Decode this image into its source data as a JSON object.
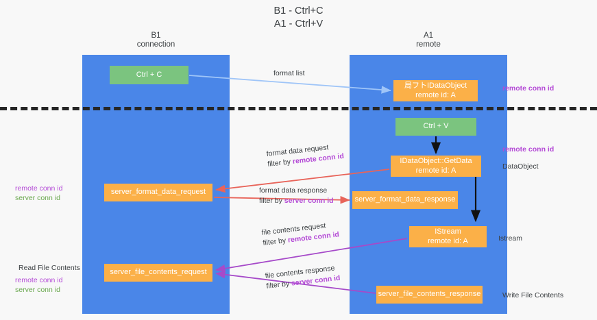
{
  "title": {
    "line1": "B1 - Ctrl+C",
    "line2": "A1 - Ctrl+V"
  },
  "columns": [
    {
      "id": "b1",
      "name": "B1",
      "role": "connection"
    },
    {
      "id": "a1",
      "name": "A1",
      "role": "remote"
    }
  ],
  "colors": {
    "lane": "#4a86e8",
    "box_orange": "#fbb048",
    "box_green": "#7bc47f",
    "arrow_blue": "#9fc5f8",
    "arrow_red": "#e8645a",
    "arrow_purple": "#a64ac9",
    "arrow_black": "#000000",
    "highlight_remote": "#b44bd6",
    "highlight_server": "#6aa84f",
    "divider": "#262626",
    "background": "#f8f8f8"
  },
  "boxes": {
    "ctrl_c": {
      "label": "Ctrl + C",
      "color": "green"
    },
    "idataobject": {
      "line1": "局フトIDataObject",
      "line2": "remote id: A",
      "color": "orange"
    },
    "ctrl_v": {
      "label": "Ctrl + V",
      "color": "green"
    },
    "getdata": {
      "line1": "IDataObject::GetData",
      "line2": "remote id: A",
      "color": "orange"
    },
    "server_format_data_request": {
      "label": "server_format_data_request",
      "color": "orange"
    },
    "server_format_data_response": {
      "label": "server_format_data_response",
      "color": "orange"
    },
    "istream": {
      "line1": "IStream",
      "line2": "remote id: A",
      "color": "orange"
    },
    "server_file_contents_request": {
      "label": "server_file_contents_request",
      "color": "orange"
    },
    "server_file_contents_response": {
      "label": "server_file_contents_response",
      "color": "orange"
    }
  },
  "flows": [
    {
      "id": "format-list",
      "label": "format list",
      "filter_prefix": "",
      "filter_key": "",
      "color": "#9fc5f8",
      "direction": "b1-to-a1"
    },
    {
      "id": "format-data-request",
      "label": "format data request",
      "filter_prefix": "filter by ",
      "filter_key": "remote conn id",
      "color": "#e8645a",
      "direction": "a1-to-b1"
    },
    {
      "id": "format-data-response",
      "label": "format data response",
      "filter_prefix": "filter by ",
      "filter_key": "server conn id",
      "color": "#e8645a",
      "direction": "b1-to-a1"
    },
    {
      "id": "file-contents-request",
      "label": "file contents request",
      "filter_prefix": "filter by ",
      "filter_key": "remote conn id",
      "color": "#a64ac9",
      "direction": "a1-to-b1"
    },
    {
      "id": "file-contents-response",
      "label": "file contents response",
      "filter_prefix": "filter by ",
      "filter_key": "server conn id",
      "color": "#a64ac9",
      "direction": "b1-to-a1"
    }
  ],
  "side_labels": {
    "remote_conn_id_top": "remote conn id",
    "remote_conn_id_mid": "remote conn id",
    "dataobject": "DataObject",
    "istream": "Istream",
    "write_file_contents": "Write File Contents"
  },
  "left_labels": {
    "remote_conn_id": "remote conn id",
    "server_conn_id": "server conn id",
    "read_file_contents": "Read File Contents",
    "remote_conn_id_2": "remote conn id",
    "server_conn_id_2": "server conn id"
  }
}
